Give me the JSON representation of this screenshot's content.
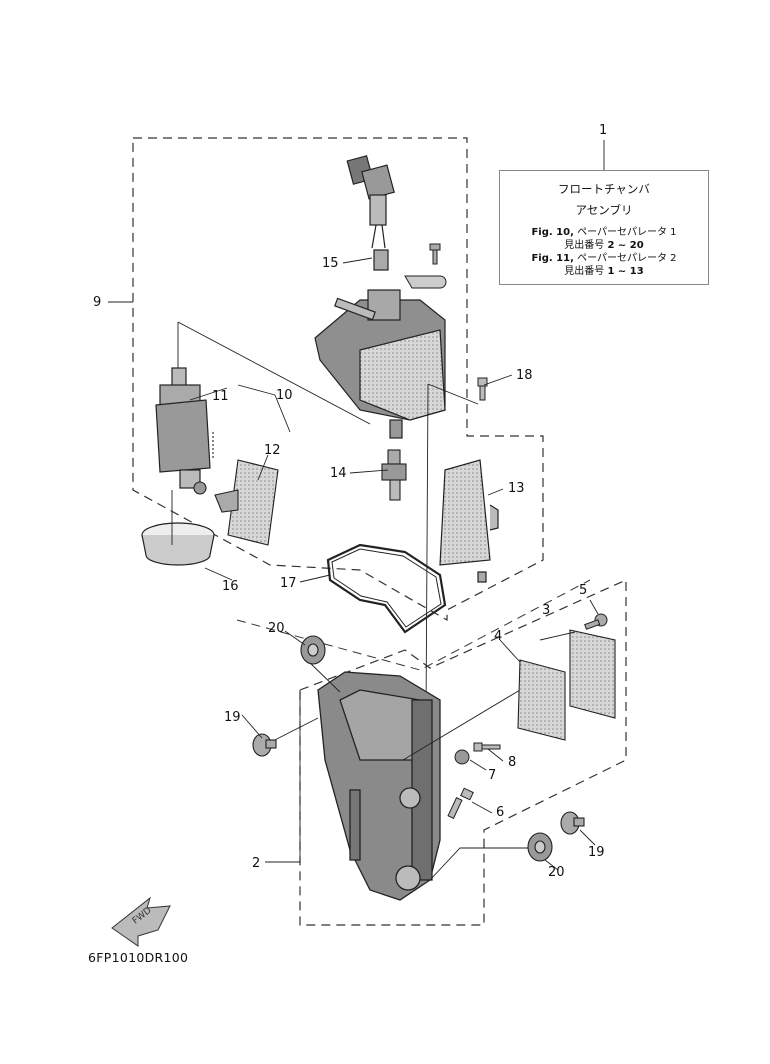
{
  "callouts": {
    "c1": "1",
    "c2": "2",
    "c3": "3",
    "c4": "4",
    "c5": "5",
    "c6": "6",
    "c7": "7",
    "c8": "8",
    "c9": "9",
    "c10": "10",
    "c11": "11",
    "c12": "12",
    "c13": "13",
    "c14": "14",
    "c15": "15",
    "c16": "16",
    "c17": "17",
    "c18": "18",
    "c19a": "19",
    "c19b": "19",
    "c20a": "20",
    "c20b": "20"
  },
  "infobox": {
    "title_line1": "フロートチャンバ",
    "title_line2": "アセンブリ",
    "fig10_ref": "Fig. 10,",
    "fig10_name": "ペーパーセパレータ 1",
    "fig10_range_label": "見出番号",
    "fig10_range": "2 ~ 20",
    "fig11_ref": "Fig. 11,",
    "fig11_name": "ペーパーセパレータ 2",
    "fig11_range_label": "見出番号",
    "fig11_range": "1 ~ 13"
  },
  "fwd_label": "FWD",
  "drawing_code": "6FP1010DR100",
  "colors": {
    "line": "#222222",
    "body_fill": "#9a9a9a",
    "gasket_fill": "#c8c8c8"
  }
}
